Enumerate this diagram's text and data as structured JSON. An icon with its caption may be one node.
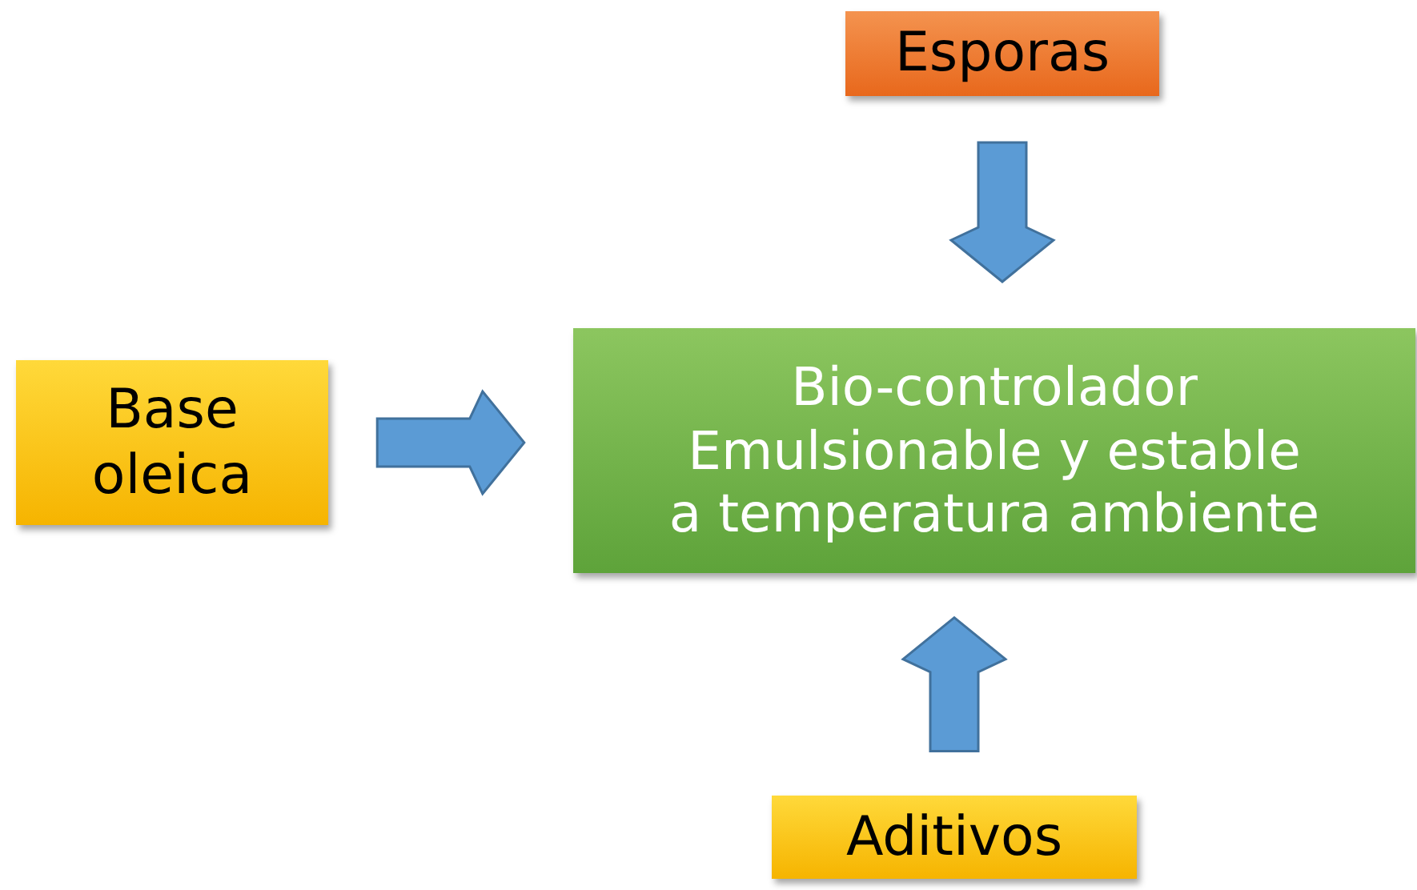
{
  "diagram": {
    "nodes": [
      {
        "text": [
          "Esporas"
        ]
      },
      {
        "text": [
          "Base oleica"
        ]
      },
      {
        "text": [
          "Bio-controlador Emulsionable y estable a temperatura ambiente"
        ]
      },
      {
        "text": [
          "Aditivos"
        ]
      }
    ],
    "edges": [
      {
        "from": 0,
        "to": 2,
        "arrow": "to"
      },
      {
        "from": 1,
        "to": 2,
        "arrow": "to"
      },
      {
        "from": 3,
        "to": 2,
        "arrow": "to"
      }
    ]
  }
}
